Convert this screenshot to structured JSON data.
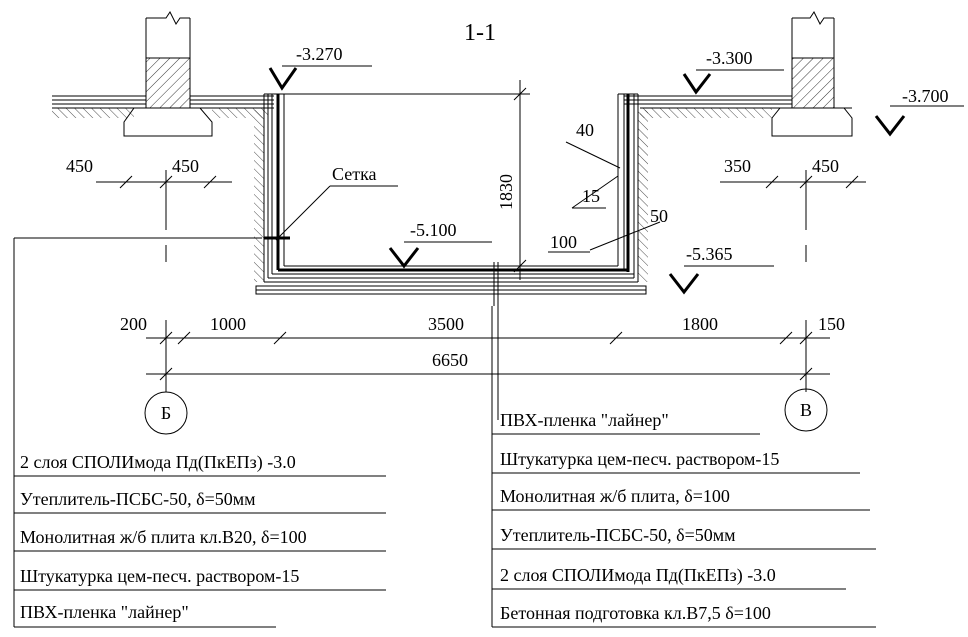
{
  "section_title": "1-1",
  "elevations": {
    "left_top": "-3.270",
    "right_top": "-3.300",
    "far_right": "-3.700",
    "pool_bottom": "-5.100",
    "slab_bottom": "-5.365"
  },
  "labels": {
    "mesh": "Сетка",
    "depth": "1830",
    "wall_layer_40": "40",
    "wall_layer_15": "15",
    "wall_layer_50": "50",
    "wall_layer_100": "100"
  },
  "upper_dims": {
    "left_a": "450",
    "left_b": "450",
    "right_a": "350",
    "right_b": "450"
  },
  "lower_dims": {
    "d1": "200",
    "d2": "1000",
    "d3": "3500",
    "d4": "1800",
    "d5": "150",
    "total": "6650"
  },
  "axes": {
    "left": "Б",
    "right": "В"
  },
  "left_layers": [
    "2 слоя СПОЛИмода Пд(ПкЕПз) -3.0",
    "Утеплитель-ПСБС-50, δ=50мм",
    "Монолитная ж/б плита кл.В20, δ=100",
    "Штукатурка цем-песч. раствором-15",
    "ПВХ-пленка \"лайнер\""
  ],
  "right_layers": [
    "ПВХ-пленка \"лайнер\"",
    "Штукатурка цем-песч. раствором-15",
    "Монолитная ж/б плита, δ=100",
    "Утеплитель-ПСБС-50, δ=50мм",
    "2 слоя СПОЛИмода Пд(ПкЕПз) -3.0",
    "Бетонная подготовка кл.В7,5 δ=100"
  ]
}
